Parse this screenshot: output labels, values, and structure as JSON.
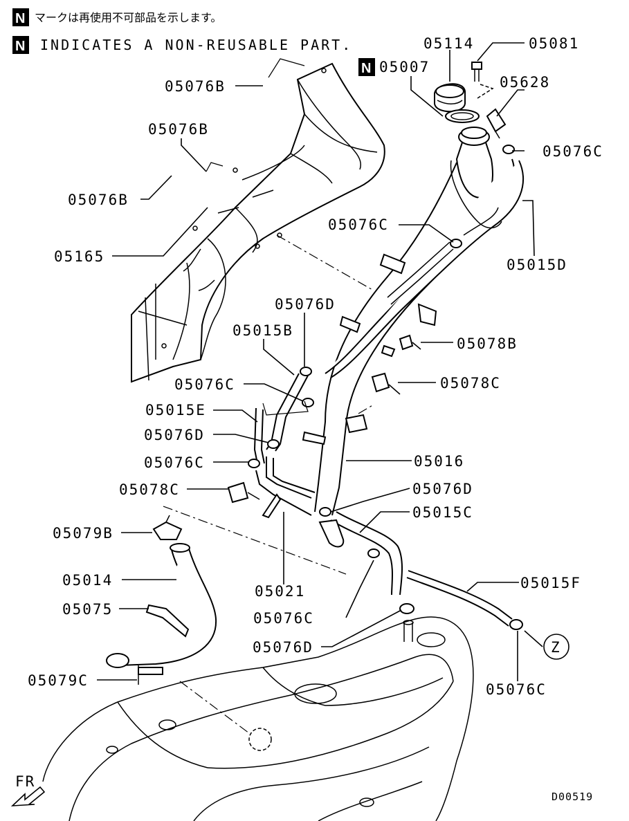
{
  "header": {
    "jp_note": "マークは再使用不可部品を示します。",
    "en_note": "INDICATES A NON-REUSABLE PART.",
    "n_symbol": "N"
  },
  "diagram_id": "D00519",
  "direction": {
    "label": "FR"
  },
  "view_marker": "Z",
  "callouts": {
    "p05007": "05007",
    "p05114": "05114",
    "p05081": "05081",
    "p05628": "05628",
    "p05076B_a": "05076B",
    "p05076B_b": "05076B",
    "p05076B_c": "05076B",
    "p05076C_a": "05076C",
    "p05076C_b": "05076C",
    "p05076C_c": "05076C",
    "p05076C_d": "05076C",
    "p05076C_e": "05076C",
    "p05076C_f": "05076C",
    "p05165": "05165",
    "p05015D": "05015D",
    "p05076D_a": "05076D",
    "p05076D_b": "05076D",
    "p05076D_c": "05076D",
    "p05076D_d": "05076D",
    "p05015B": "05015B",
    "p05078B": "05078B",
    "p05078C_a": "05078C",
    "p05078C_b": "05078C",
    "p05015E": "05015E",
    "p05016": "05016",
    "p05015C": "05015C",
    "p05079B": "05079B",
    "p05014": "05014",
    "p05021": "05021",
    "p05075": "05075",
    "p05015F": "05015F",
    "p05079C": "05079C"
  }
}
